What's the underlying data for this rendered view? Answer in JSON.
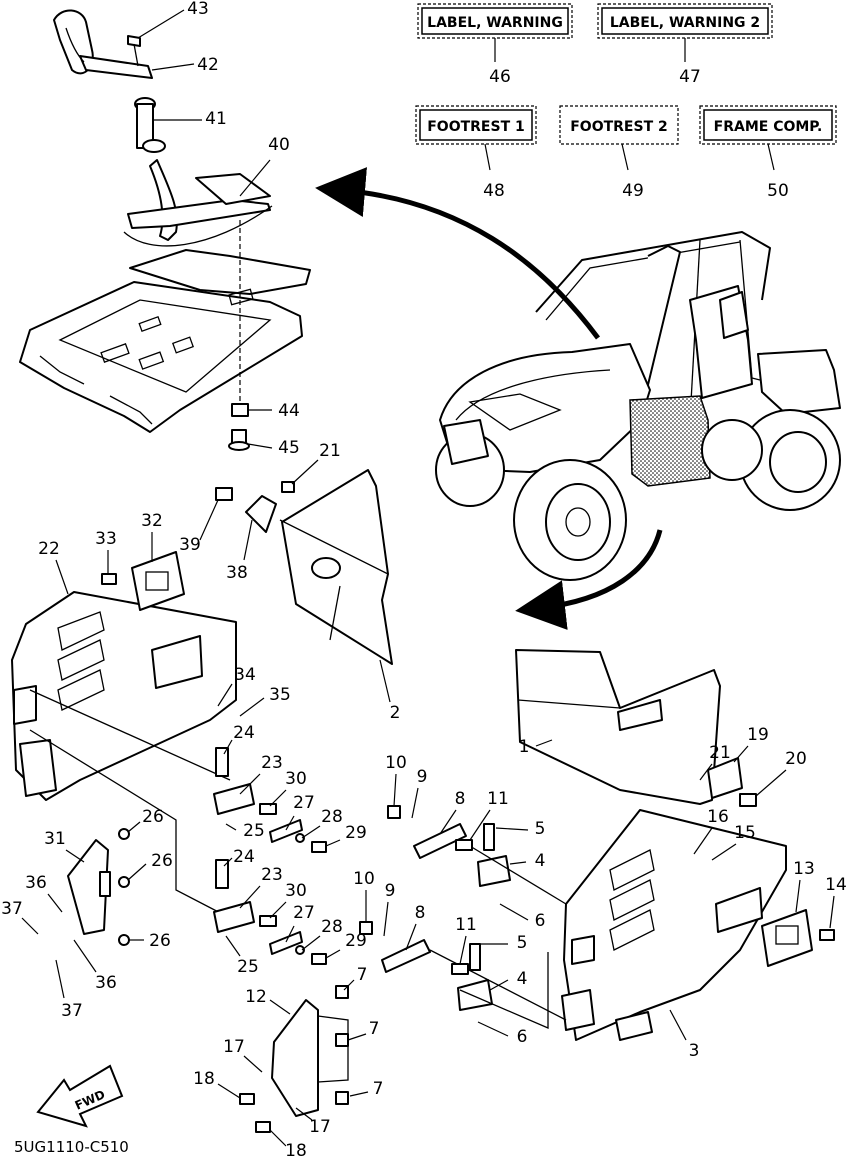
{
  "diagram_code": "5UG1110-C510",
  "direction_label": "FWD",
  "label_boxes": [
    {
      "text": "LABEL, WARNING",
      "number": "46"
    },
    {
      "text": "LABEL, WARNING 2",
      "number": "47"
    },
    {
      "text": "FOOTREST 1",
      "number": "48"
    },
    {
      "text": "FOOTREST 2",
      "number": "49"
    },
    {
      "text": "FRAME COMP.",
      "number": "50"
    }
  ],
  "callouts": [
    "43",
    "42",
    "41",
    "40",
    "44",
    "45",
    "21",
    "39",
    "38",
    "33",
    "32",
    "22",
    "34",
    "35",
    "2",
    "24",
    "23",
    "30",
    "27",
    "28",
    "29",
    "25",
    "26",
    "31",
    "36",
    "37",
    "1",
    "21",
    "19",
    "20",
    "10",
    "9",
    "8",
    "11",
    "5",
    "4",
    "6",
    "16",
    "15",
    "13",
    "14",
    "3",
    "12",
    "7",
    "17",
    "18"
  ]
}
